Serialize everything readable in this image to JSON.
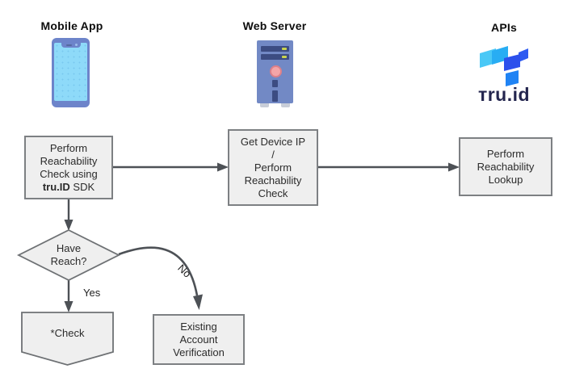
{
  "header": {
    "columns": [
      {
        "label": "Mobile App"
      },
      {
        "label": "Web Server"
      },
      {
        "label": "APIs"
      }
    ]
  },
  "logo": {
    "wordmark": "тru.id"
  },
  "nodes": {
    "perform_check": {
      "lines": [
        "Perform",
        "Reachability",
        "Check using"
      ],
      "bold": "tru.ID",
      "suffix": " SDK"
    },
    "get_device_ip": {
      "lines": [
        "Get Device IP",
        "/",
        "Perform",
        "Reachability",
        "Check"
      ]
    },
    "perform_lookup": {
      "lines": [
        "Perform",
        "Reachability",
        "Lookup"
      ]
    },
    "have_reach": {
      "lines": [
        "Have",
        "Reach?"
      ]
    },
    "check": {
      "label": "*Check"
    },
    "existing_account": {
      "lines": [
        "Existing",
        "Account",
        "Verification"
      ]
    }
  },
  "edges": {
    "yes_label": "Yes",
    "no_label": "No"
  },
  "colors": {
    "node_fill": "#efefef",
    "node_border": "#7d8083",
    "arrow": "#4d5156",
    "phone_frame": "#6d84ca",
    "phone_screen": "#8edaf9",
    "server_body": "#7289c5",
    "server_slot": "#3c4c82",
    "server_led": "#c9d34f",
    "server_button": "#f4a5a8",
    "logo_text": "#23254e",
    "logo_light_blue": "#4ac8f6",
    "logo_cyan": "#28adf3",
    "logo_royal": "#2c50ec",
    "logo_blue": "#1f83f4"
  }
}
